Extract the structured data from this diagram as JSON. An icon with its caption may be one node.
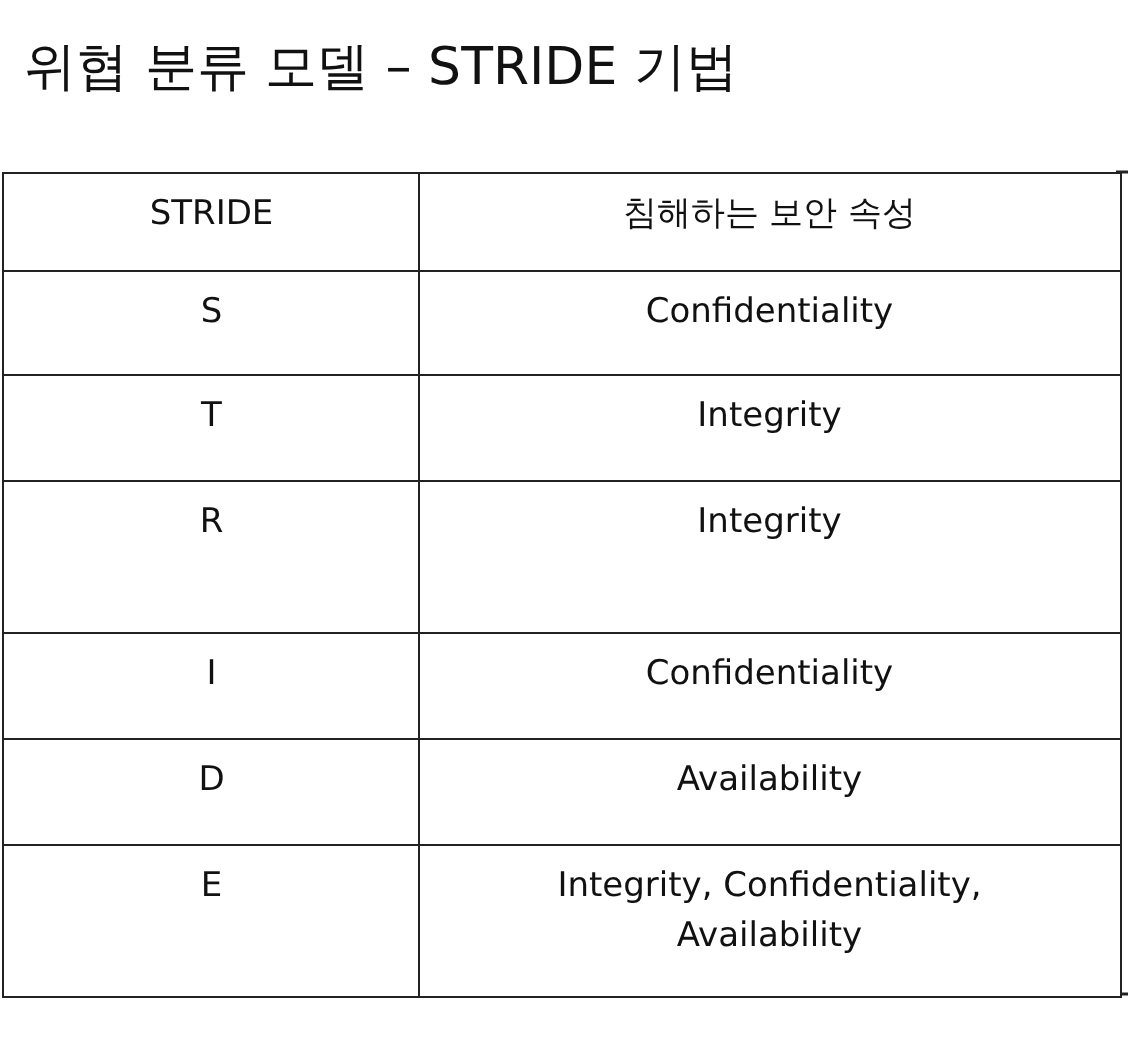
{
  "diagram": {
    "title": "위협 분류 모델 – STRIDE 기법",
    "labels": [
      "STRIDE",
      "침해하는 보안 속성",
      "S",
      "Confidentiality",
      "T",
      "Integrity",
      "R",
      "Integrity",
      "I",
      "Confidentiality",
      "D",
      "Availability",
      "E",
      "Integrity, Confidentiality, Availability"
    ]
  }
}
